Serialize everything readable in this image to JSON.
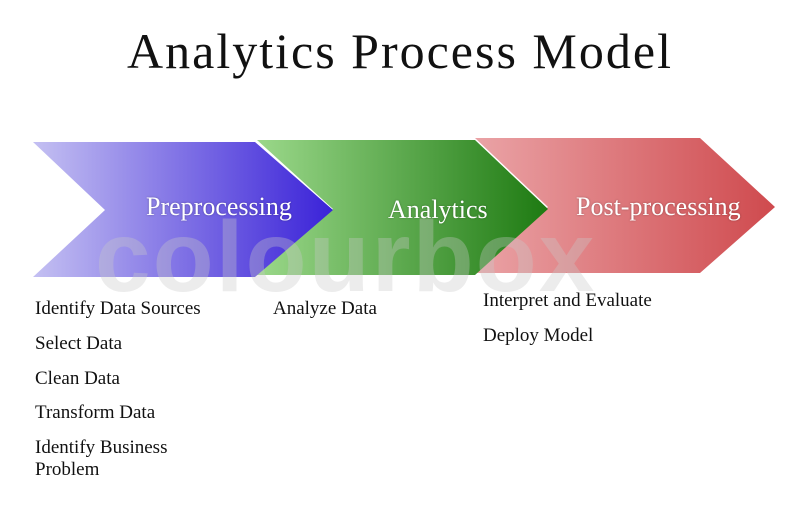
{
  "title": "Analytics Process Model",
  "watermark": "colourbox",
  "colors": {
    "preprocessing": "#3a22d8",
    "analytics": "#1e7a12",
    "postprocessing": "#cf4a4e"
  },
  "stages": [
    {
      "label": "Preprocessing",
      "items": [
        "Identify Data Sources",
        "Select Data",
        "Clean Data",
        "Transform Data",
        "Identify Business Problem"
      ]
    },
    {
      "label": "Analytics",
      "items": [
        "Analyze Data"
      ]
    },
    {
      "label": "Post-processing",
      "items": [
        "Interpret and Evaluate",
        "Deploy Model"
      ]
    }
  ]
}
